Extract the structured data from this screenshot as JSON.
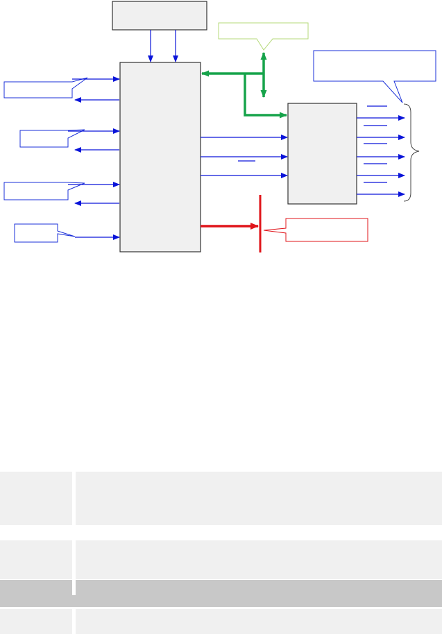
{
  "colors": {
    "bus_blue": "#0a14d9",
    "bus_green": "#16a34a",
    "bus_red": "#e0141a",
    "callout_blue": "#1a2fd8",
    "callout_green": "#b5d97a",
    "callout_red": "#e0141a",
    "block_fill": "#f0f0f0",
    "block_stroke": "#333333",
    "table_row_light": "#f0f0f0",
    "table_row_dark": "#c8c8c8"
  },
  "blocks": [
    "top-block",
    "central-block",
    "right-block"
  ],
  "callouts": [
    "callout-left-1",
    "callout-left-2",
    "callout-left-3",
    "callout-left-4",
    "callout-green",
    "callout-top-right",
    "callout-red"
  ],
  "table": {
    "rows": [
      "row-1",
      "row-2",
      "row-3",
      "row-4"
    ]
  }
}
